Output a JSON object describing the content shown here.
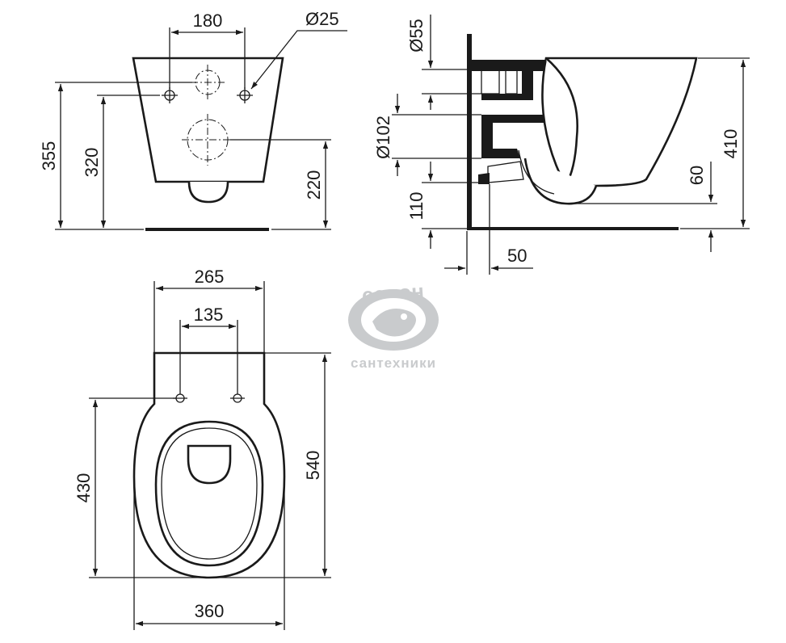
{
  "dimensions": {
    "front": {
      "hole_spacing": "180",
      "hole_diameter": "Ø25",
      "height_355": "355",
      "height_320": "320",
      "height_220": "220"
    },
    "side": {
      "dia_55": "Ø55",
      "dia_102": "Ø102",
      "height_110": "110",
      "height_410": "410",
      "height_60": "60",
      "offset_50": "50"
    },
    "top": {
      "width_265": "265",
      "width_135": "135",
      "length_430": "430",
      "length_540": "540",
      "width_360": "360"
    }
  },
  "watermark": {
    "top_text": "салон",
    "bottom_text": "сантехники",
    "color": "#c9cbcd"
  }
}
